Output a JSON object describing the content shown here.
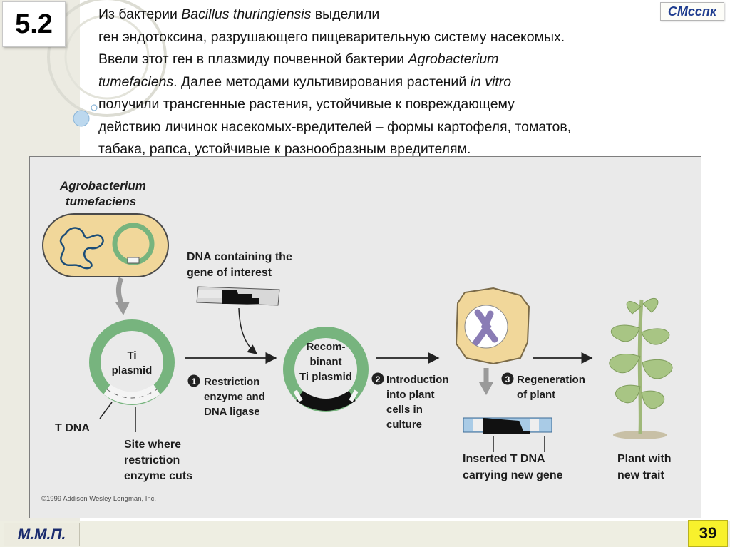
{
  "slide": {
    "number": "5.2",
    "brand": "СМсспк",
    "page": "39",
    "author": "М.М.П."
  },
  "intro": {
    "l1_a": "Из бактерии ",
    "l1_b": "Bacillus thuringiensis",
    "l1_c": " выделили",
    "l2": "ген эндотоксина, разрушающего пищеварительную систему насекомых.",
    "l3_a": "Ввели этот ген в плазмиду почвенной бактерии ",
    "l3_b": "Agrobacterium",
    "l4_a": "tumefaciens",
    "l4_b": ". Далее методами культивирования растений ",
    "l4_c": "in vitro",
    "l5": "получили трансгенные растения, устойчивые к повреждающему",
    "l6": "действию личинок насекомых-вредителей – формы картофеля, томатов,",
    "l7": "табака, рапса, устойчивые к разнообразным вредителям."
  },
  "figure": {
    "agro_l1": "Agrobacterium",
    "agro_l2": "tumefaciens",
    "dna_l1": "DNA containing the",
    "dna_l2": "gene of interest",
    "ti_l1": "Ti",
    "ti_l2": "plasmid",
    "tdna": "T DNA",
    "site_l1": "Site where",
    "site_l2": "restriction",
    "site_l3": "enzyme cuts",
    "step1_num": "1",
    "step1_l1": "Restriction",
    "step1_l2": "enzyme and",
    "step1_l3": "DNA ligase",
    "recomb_l1": "Recom-",
    "recomb_l2": "binant",
    "recomb_l3": "Ti plasmid",
    "step2_num": "2",
    "step2_l1": "Introduction",
    "step2_l2": "into plant",
    "step2_l3": "cells in",
    "step2_l4": "culture",
    "step3_num": "3",
    "step3_l1": "Regeneration",
    "step3_l2": "of plant",
    "inserted_l1": "Inserted T DNA",
    "inserted_l2": "carrying new gene",
    "plant_l1": "Plant with",
    "plant_l2": "new trait",
    "copyright": "©1999 Addison Wesley Longman, Inc."
  },
  "colors": {
    "plasmid_green": "#77b47e",
    "cell_fill": "#f1d79a",
    "chromosome": "#8a7cb5",
    "dna_blue": "#a9cbe6",
    "brand_blue": "#1f3d8f",
    "page_yellow": "#f8f12c"
  }
}
